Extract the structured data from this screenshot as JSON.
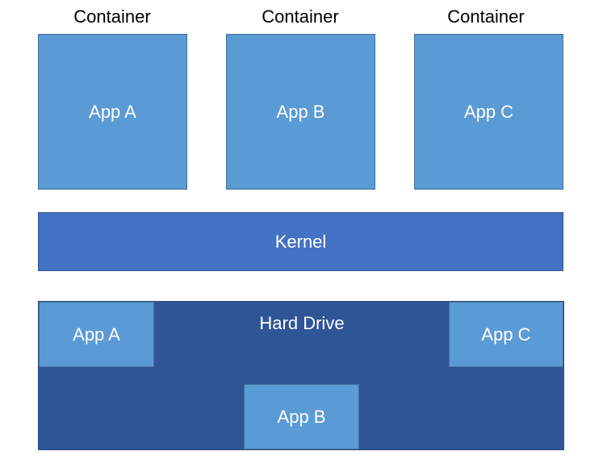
{
  "containers": [
    {
      "label": "Container",
      "app": "App A"
    },
    {
      "label": "Container",
      "app": "App B"
    },
    {
      "label": "Container",
      "app": "App C"
    }
  ],
  "kernel": {
    "label": "Kernel"
  },
  "hard_drive": {
    "label": "Hard Drive",
    "apps": [
      "App A",
      "App B",
      "App C"
    ]
  },
  "colors": {
    "app_fill": "#5b9bd5",
    "kernel_fill": "#4472c4",
    "hard_drive_fill": "#2f5597"
  }
}
